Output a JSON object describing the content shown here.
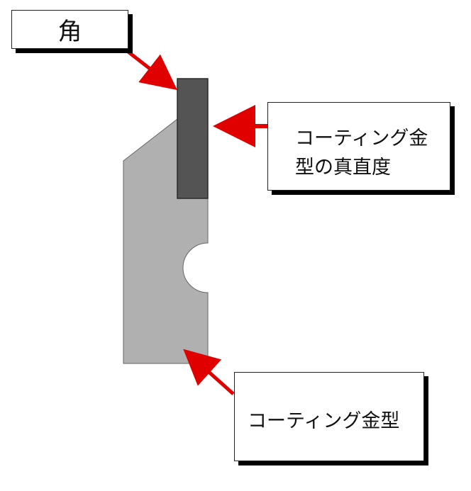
{
  "labels": {
    "corner": "角",
    "die_straightness_line1": "コーティング金",
    "die_straightness_line2": "型の真直度",
    "coating_die": "コーティング金型"
  },
  "colors": {
    "die_body": "#b0b0b0",
    "coating_layer": "#545454",
    "arrow": "#e00000",
    "callout_border": "#222222",
    "callout_shadow": "#000000"
  },
  "icons": [
    "arrow-icon"
  ]
}
